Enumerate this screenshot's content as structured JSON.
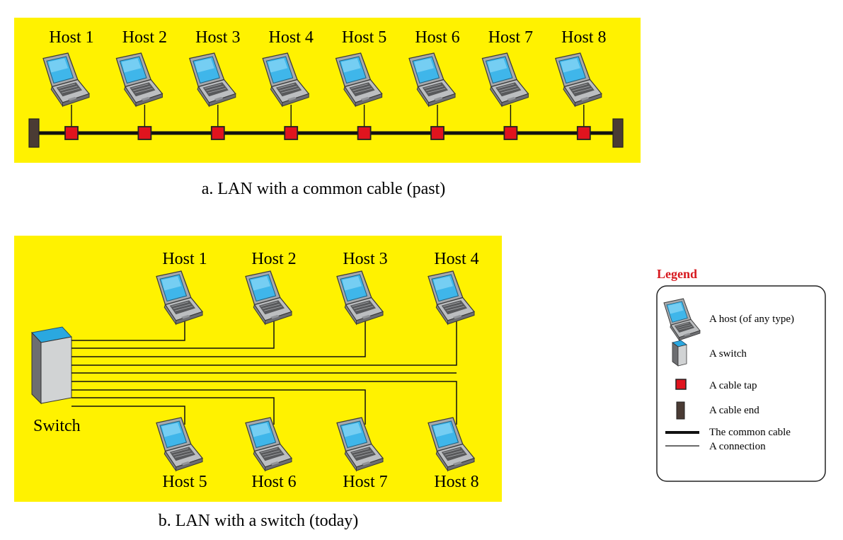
{
  "panel_a": {
    "caption": "a. LAN with a common cable (past)",
    "hosts": [
      "Host 1",
      "Host 2",
      "Host 3",
      "Host 4",
      "Host 5",
      "Host 6",
      "Host 7",
      "Host 8"
    ]
  },
  "panel_b": {
    "caption": "b. LAN with a switch (today)",
    "switch_label": "Switch",
    "top_hosts": [
      "Host 1",
      "Host 2",
      "Host 3",
      "Host 4"
    ],
    "bottom_hosts": [
      "Host 5",
      "Host 6",
      "Host 7",
      "Host 8"
    ]
  },
  "legend": {
    "title": "Legend",
    "host": "A host (of any type)",
    "switch": "A switch",
    "tap": "A cable tap",
    "cable_end": "A cable end",
    "common_cable": "The common cable",
    "connection": "A connection"
  },
  "colors": {
    "panel_bg": "#fff200",
    "tap": "#e0141e",
    "cable_end": "#4a3b34",
    "switch_top": "#2aa8e0",
    "screen": "#3fb6ea",
    "legend_title": "#d7191f"
  }
}
